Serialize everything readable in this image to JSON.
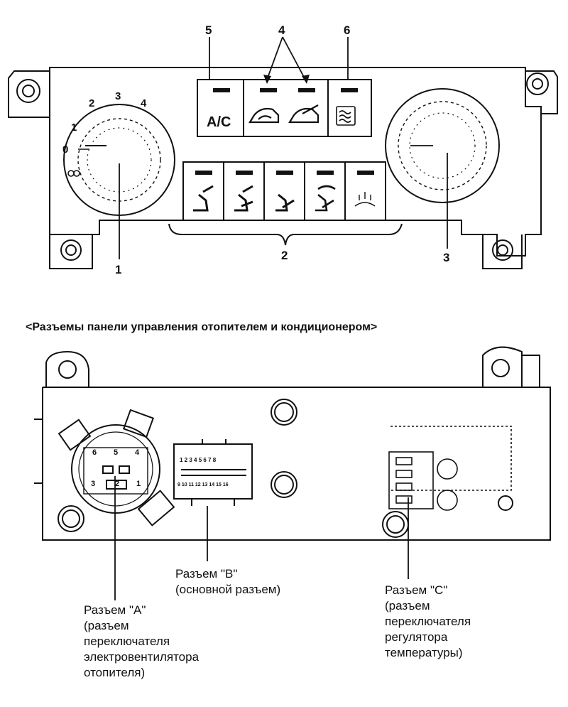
{
  "top_diagram": {
    "callouts": [
      "1",
      "2",
      "3",
      "4",
      "5",
      "6"
    ],
    "fan_dial_marks": [
      "0",
      "1",
      "2",
      "3",
      "4"
    ],
    "ac_button_label": "A/C"
  },
  "caption": "<Разъемы панели управления отопителем и кондиционером>",
  "bottom_diagram": {
    "connector_b_pins_top": "1 2 3 4 5 6 7 8",
    "connector_b_pins_bottom": "9 10 11 12 13 14 15 16",
    "connector_a_pins": [
      "6",
      "5",
      "4",
      "3",
      "2",
      "1"
    ],
    "connector_a_label": [
      "Разъем \"A\"",
      "(разъем",
      "переключателя",
      "электровентилятора",
      "отопителя)"
    ],
    "connector_b_label": [
      "Разъем \"B\"",
      "(основной разъем)"
    ],
    "connector_c_label": [
      "Разъем \"C\"",
      "(разъем",
      "переключателя",
      "регулятора",
      "температуры)"
    ]
  }
}
